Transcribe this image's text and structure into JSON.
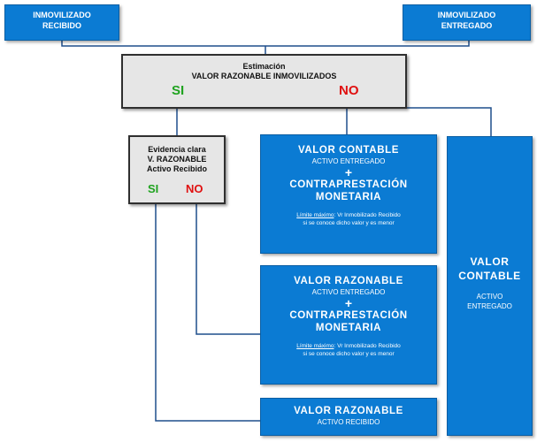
{
  "top_left": {
    "line1": "INMOVILIZADO",
    "line2": "RECIBIDO"
  },
  "top_right": {
    "line1": "INMOVILIZADO",
    "line2": "ENTREGADO"
  },
  "estimation": {
    "line1": "Estimación",
    "line2": "VALOR RAZONABLE INMOVILIZADOS",
    "si": "SI",
    "no": "NO"
  },
  "evidence": {
    "line1": "Evidencia clara",
    "line2": "V. RAZONABLE",
    "line3": "Activo Recibido",
    "si": "SI",
    "no": "NO"
  },
  "box_contable": {
    "title": "VALOR CONTABLE",
    "subtitle": "ACTIVO ENTREGADO",
    "plus": "+",
    "line3": "CONTRAPRESTACIÓN",
    "line4": "MONETARIA",
    "note_label": "Límite máximo",
    "note_rest": ": Vr Inmobilizado Recibido",
    "note_line2": "si se conoce dicho valor y es menor"
  },
  "box_razonable": {
    "title": "VALOR RAZONABLE",
    "subtitle": "ACTIVO ENTREGADO",
    "plus": "+",
    "line3": "CONTRAPRESTACIÓN",
    "line4": "MONETARIA",
    "note_label": "Límite máximo",
    "note_rest": ": Vr Inmobilizado Recibido",
    "note_line2": "si se conoce dicho valor y es menor"
  },
  "box_razonable_recibido": {
    "title": "VALOR RAZONABLE",
    "subtitle": "ACTIVO RECIBIDO"
  },
  "box_tall": {
    "title1": "VALOR",
    "title2": "CONTABLE",
    "sub1": "ACTIVO",
    "sub2": "ENTREGADO"
  }
}
